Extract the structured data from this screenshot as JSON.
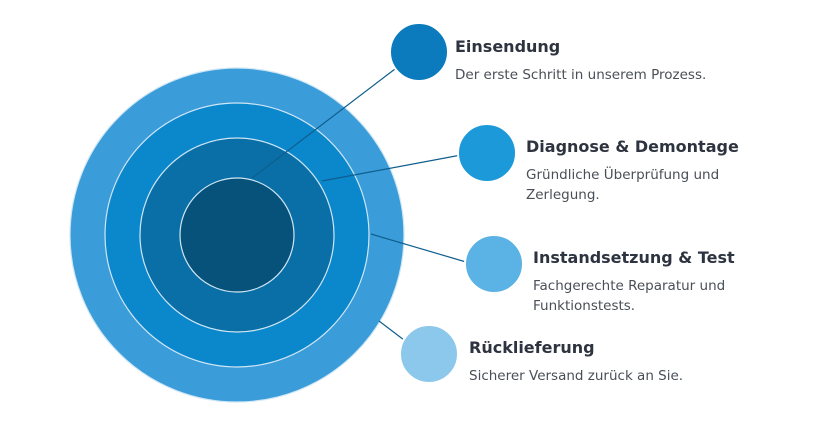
{
  "colors": {
    "ring_outer": "#3a9cd9",
    "ring_2": "#0b87cc",
    "ring_3": "#0a6fa6",
    "ring_core": "#07527a",
    "ring_stroke": "#cfe6f5",
    "connector": "#0f5e8e",
    "dot_1": "#0b7bbd",
    "dot_2": "#1b99d8",
    "dot_3": "#5ab3e4",
    "dot_4": "#8cc8ec",
    "title_text": "#2d3440",
    "desc_text": "#4a4f57"
  },
  "steps": [
    {
      "title": "Einsendung",
      "desc_line1": "Der erste Schritt in unserem Prozess.",
      "desc_line2": ""
    },
    {
      "title": "Diagnose & Demontage",
      "desc_line1": "Gründliche Überprüfung und",
      "desc_line2": "Zerlegung."
    },
    {
      "title": "Instandsetzung & Test",
      "desc_line1": "Fachgerechte Reparatur und",
      "desc_line2": "Funktionstests."
    },
    {
      "title": "Rücklieferung",
      "desc_line1": "Sicherer Versand zurück an Sie.",
      "desc_line2": ""
    }
  ]
}
